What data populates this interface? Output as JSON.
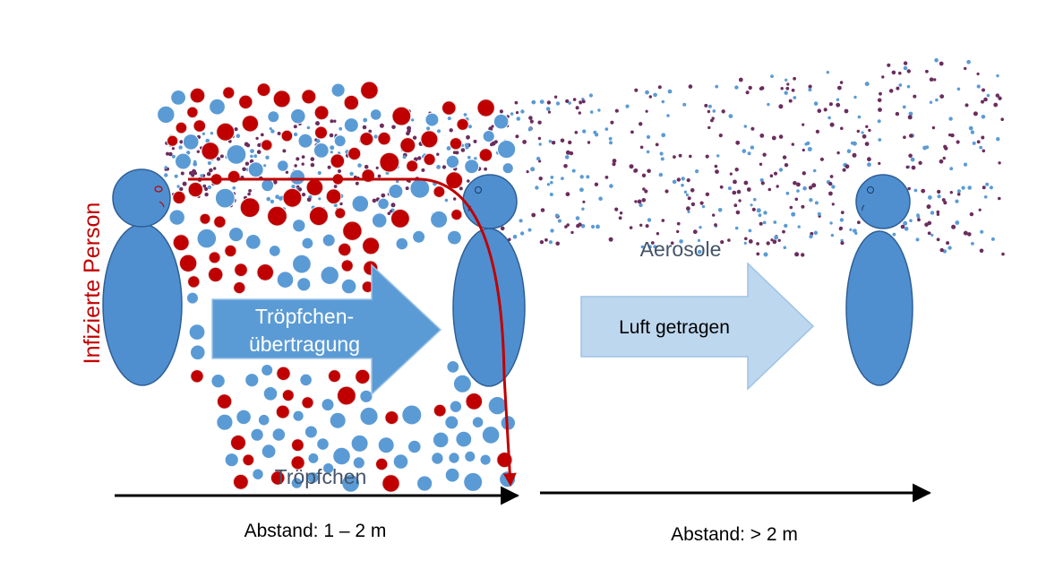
{
  "labels": {
    "infected_person": "Infizierte Person",
    "arrow_droplet_line1": "Tröpfchen-",
    "arrow_droplet_line2": "übertragung",
    "arrow_air": "Luft getragen",
    "aerosols": "Aerosole",
    "droplets": "Tröpfchen",
    "distance_near": "Abstand: 1 – 2 m",
    "distance_far": "Abstand: > 2 m"
  },
  "colors": {
    "person_fill": "#4f8fd0",
    "person_stroke": "#2f5f95",
    "droplet_blue": "#5b9bd5",
    "droplet_red": "#c00000",
    "aerosol_purple": "#6b2d5e",
    "aerosol_blue": "#5b9bd5",
    "trajectory_red": "#c00000",
    "infected_label": "#c00000",
    "droplet_arrow_fill": "#5b9bd5",
    "air_arrow_fill": "#bdd7ee",
    "air_arrow_stroke": "#9dc3e6",
    "axis_black": "#000000",
    "label_grey": "#44546a"
  }
}
